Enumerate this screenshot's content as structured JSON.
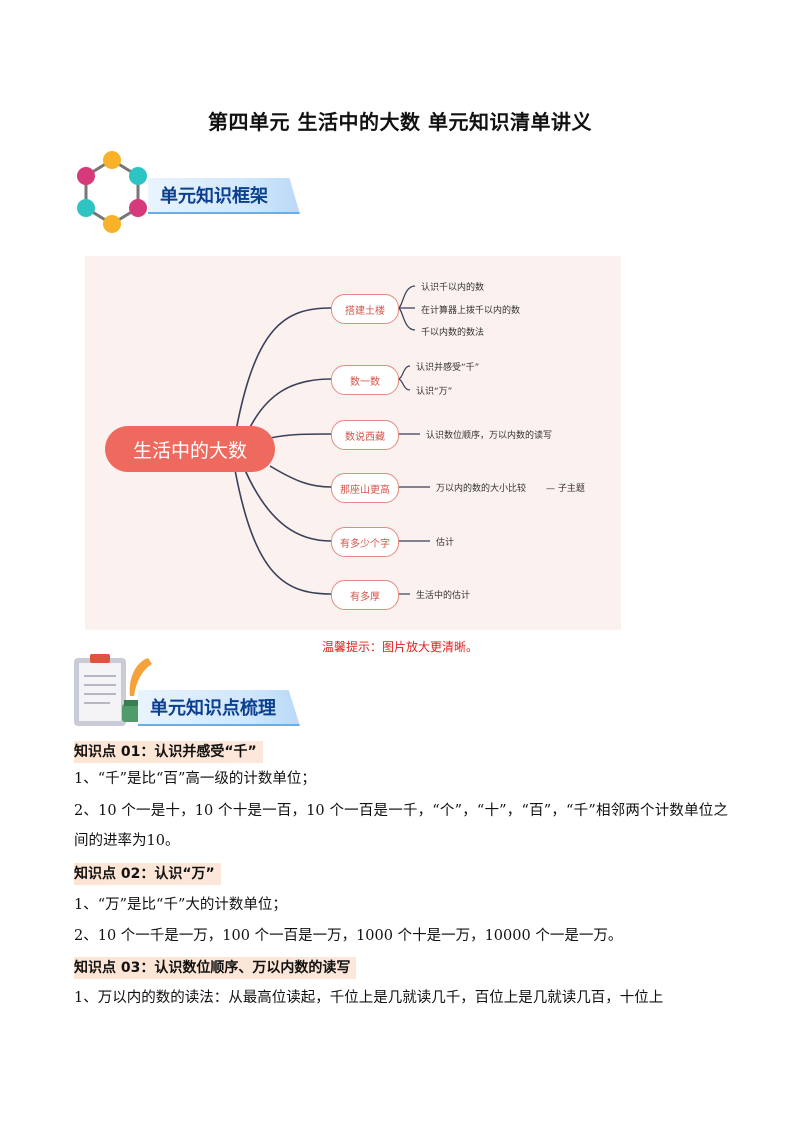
{
  "title": "第四单元  生活中的大数  单元知识清单讲义",
  "section1": {
    "label": "单元知识框架"
  },
  "mindmap": {
    "center": "生活中的大数",
    "branches": [
      {
        "label": "搭建土楼",
        "leaves": [
          "认识千以内的数",
          "在计算器上拨千以内的数",
          "千以内数的数法"
        ]
      },
      {
        "label": "数一数",
        "leaves": [
          "认识并感受“千”",
          "认识“万”"
        ]
      },
      {
        "label": "数说西藏",
        "leaves": [
          "认识数位顺序，万以内数的读写"
        ]
      },
      {
        "label": "那座山更高",
        "leaves": [
          "万以内的数的大小比较",
          "— 子主题"
        ]
      },
      {
        "label": "有多少个字",
        "leaves": [
          "估计"
        ]
      },
      {
        "label": "有多厚",
        "leaves": [
          "生活中的估计"
        ]
      }
    ]
  },
  "hint": "温馨提示：图片放大更清晰。",
  "section2": {
    "label": "单元知识点梳理"
  },
  "points": [
    {
      "heading": "知识点 01：认识并感受“千”",
      "lines": [
        "1、“千”是比“百”高一级的计数单位；",
        "2、10 个一是十，10 个十是一百，10 个一百是一千，“个”，“十”，“百”，“千”相邻两个计数单位之间的进率为10。"
      ]
    },
    {
      "heading": "知识点 02：认识“万”",
      "lines": [
        "1、“万”是比“千”大的计数单位；",
        "2、10 个一千是一万，100 个一百是一万，1000 个十是一万，10000 个一是一万。"
      ]
    },
    {
      "heading": "知识点 03：认识数位顺序、万以内数的读写",
      "lines": [
        "1、万以内的数的读法：从最高位读起，千位上是几就读几千，百位上是几就读几百，十位上"
      ]
    }
  ],
  "colors": {
    "accent": "#ef6a5e",
    "banner": "#0b3f8f",
    "hint": "#e02020"
  }
}
